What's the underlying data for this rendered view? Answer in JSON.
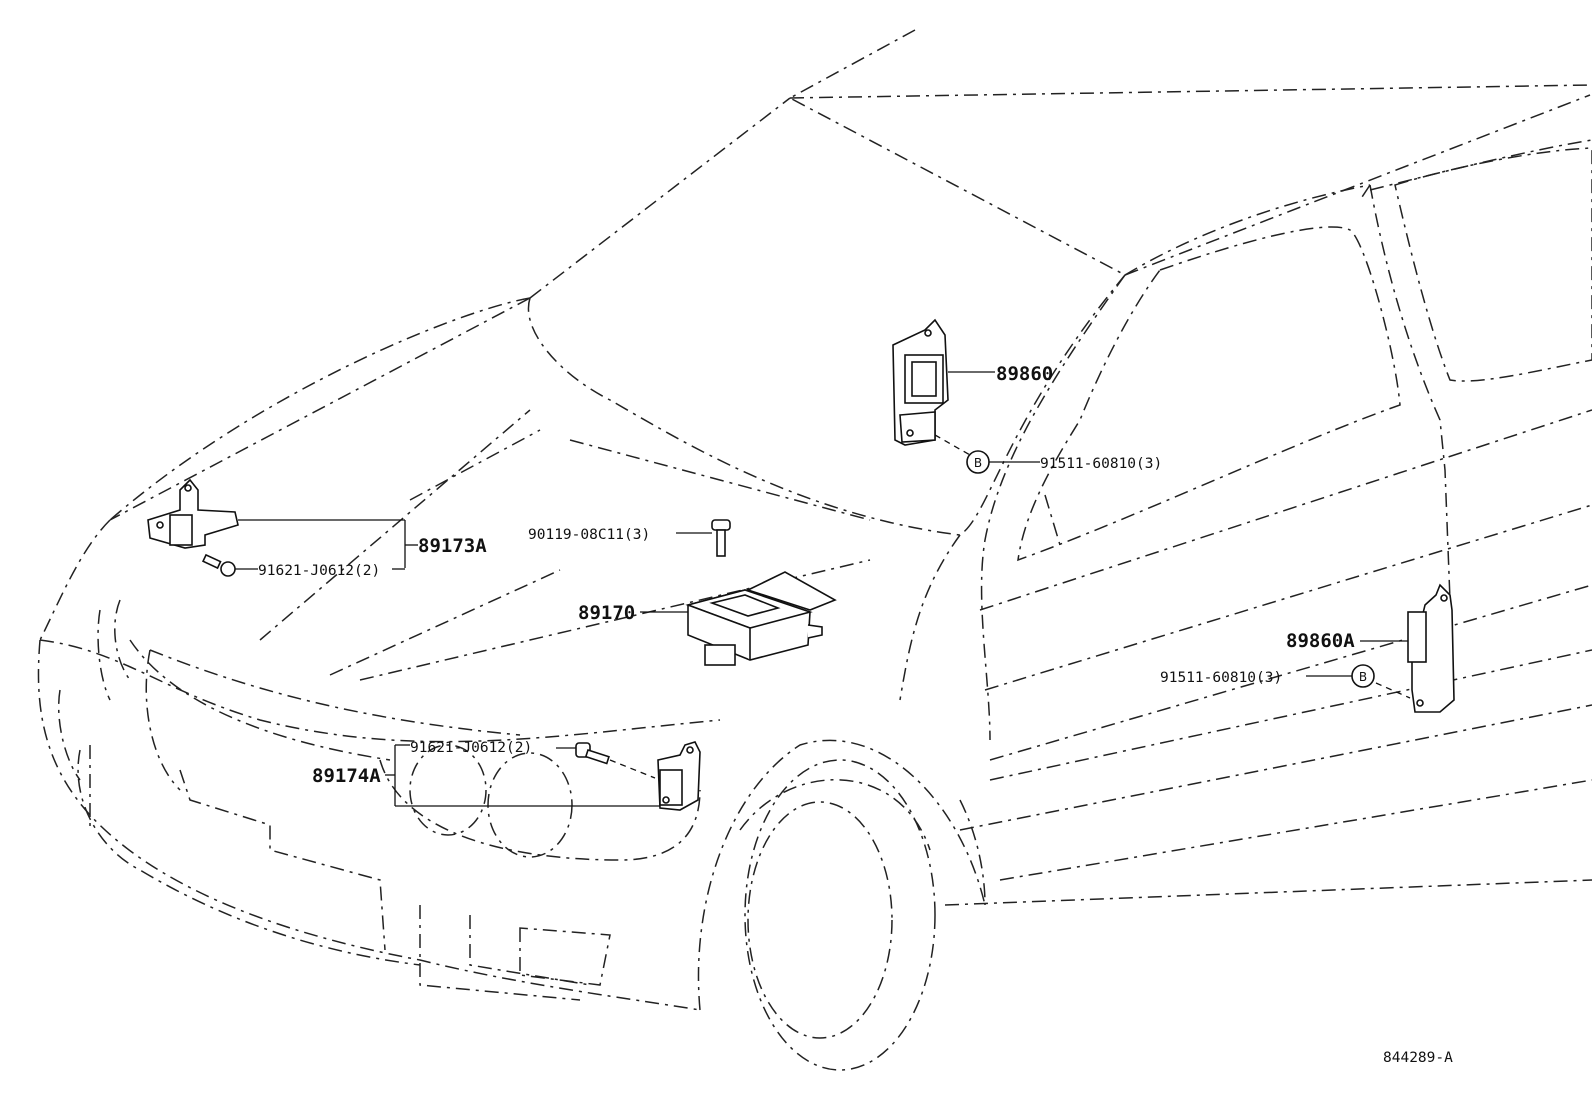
{
  "labels": {
    "p89860": "89860",
    "p91511_upper": "91511-60810(3)",
    "p89173A": "89173A",
    "p91621_upper": "91621-J0612(2)",
    "p90119": "90119-08C11(3)",
    "p89170": "89170",
    "p89860A": "89860A",
    "p91511_lower": "91511-60810(3)",
    "p91621_lower": "91621-J0612(2)",
    "p89174A": "89174A",
    "callout_b": "B"
  },
  "diagram_id": "844289-A"
}
